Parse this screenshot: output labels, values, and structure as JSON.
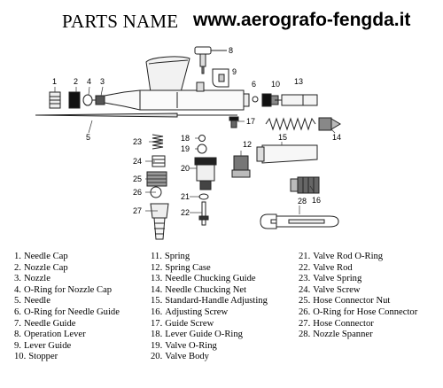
{
  "header": {
    "title_plain": "PARTS NAME",
    "title_url": "www.aerografo-fengda.it"
  },
  "diagram": {
    "callouts": [
      "1",
      "2",
      "4",
      "3",
      "8",
      "9",
      "6",
      "10",
      "13",
      "5",
      "17",
      "14",
      "15",
      "12",
      "23",
      "18",
      "19",
      "24",
      "20",
      "25",
      "26",
      "21",
      "16",
      "27",
      "22",
      "28"
    ]
  },
  "legend": {
    "column1": [
      {
        "num": "1.",
        "label": "Needle Cap"
      },
      {
        "num": "2.",
        "label": "Nozzle Cap"
      },
      {
        "num": "3.",
        "label": "Nozzle"
      },
      {
        "num": "4.",
        "label": "O-Ring for Nozzle Cap"
      },
      {
        "num": "5.",
        "label": "Needle"
      },
      {
        "num": "6.",
        "label": "O-Ring for Needle Guide"
      },
      {
        "num": "7.",
        "label": "Needle Guide"
      },
      {
        "num": "8.",
        "label": "Operation Lever"
      },
      {
        "num": "9.",
        "label": "Lever Guide"
      },
      {
        "num": "10.",
        "label": "Stopper"
      }
    ],
    "column2": [
      {
        "num": "11.",
        "label": "Spring"
      },
      {
        "num": "12.",
        "label": "Spring Case"
      },
      {
        "num": "13.",
        "label": "Needle Chucking Guide"
      },
      {
        "num": "14.",
        "label": "Needle Chucking Net"
      },
      {
        "num": "15.",
        "label": "Standard-Handle Adjusting"
      },
      {
        "num": "16.",
        "label": "Adjusting Screw"
      },
      {
        "num": "17.",
        "label": "Guide Screw"
      },
      {
        "num": "18.",
        "label": "Lever Guide O-Ring"
      },
      {
        "num": "19.",
        "label": "Valve O-Ring"
      },
      {
        "num": "20.",
        "label": "Valve Body"
      }
    ],
    "column3": [
      {
        "num": "21.",
        "label": "Valve Rod O-Ring"
      },
      {
        "num": "22.",
        "label": "Valve Rod"
      },
      {
        "num": "23.",
        "label": "Valve Spring"
      },
      {
        "num": "24.",
        "label": "Valve Screw"
      },
      {
        "num": "25.",
        "label": "Hose Connector Nut"
      },
      {
        "num": "26.",
        "label": "O-Ring for Hose Connector"
      },
      {
        "num": "27.",
        "label": "Hose Connector"
      },
      {
        "num": "28.",
        "label": "Nozzle Spanner"
      }
    ]
  }
}
